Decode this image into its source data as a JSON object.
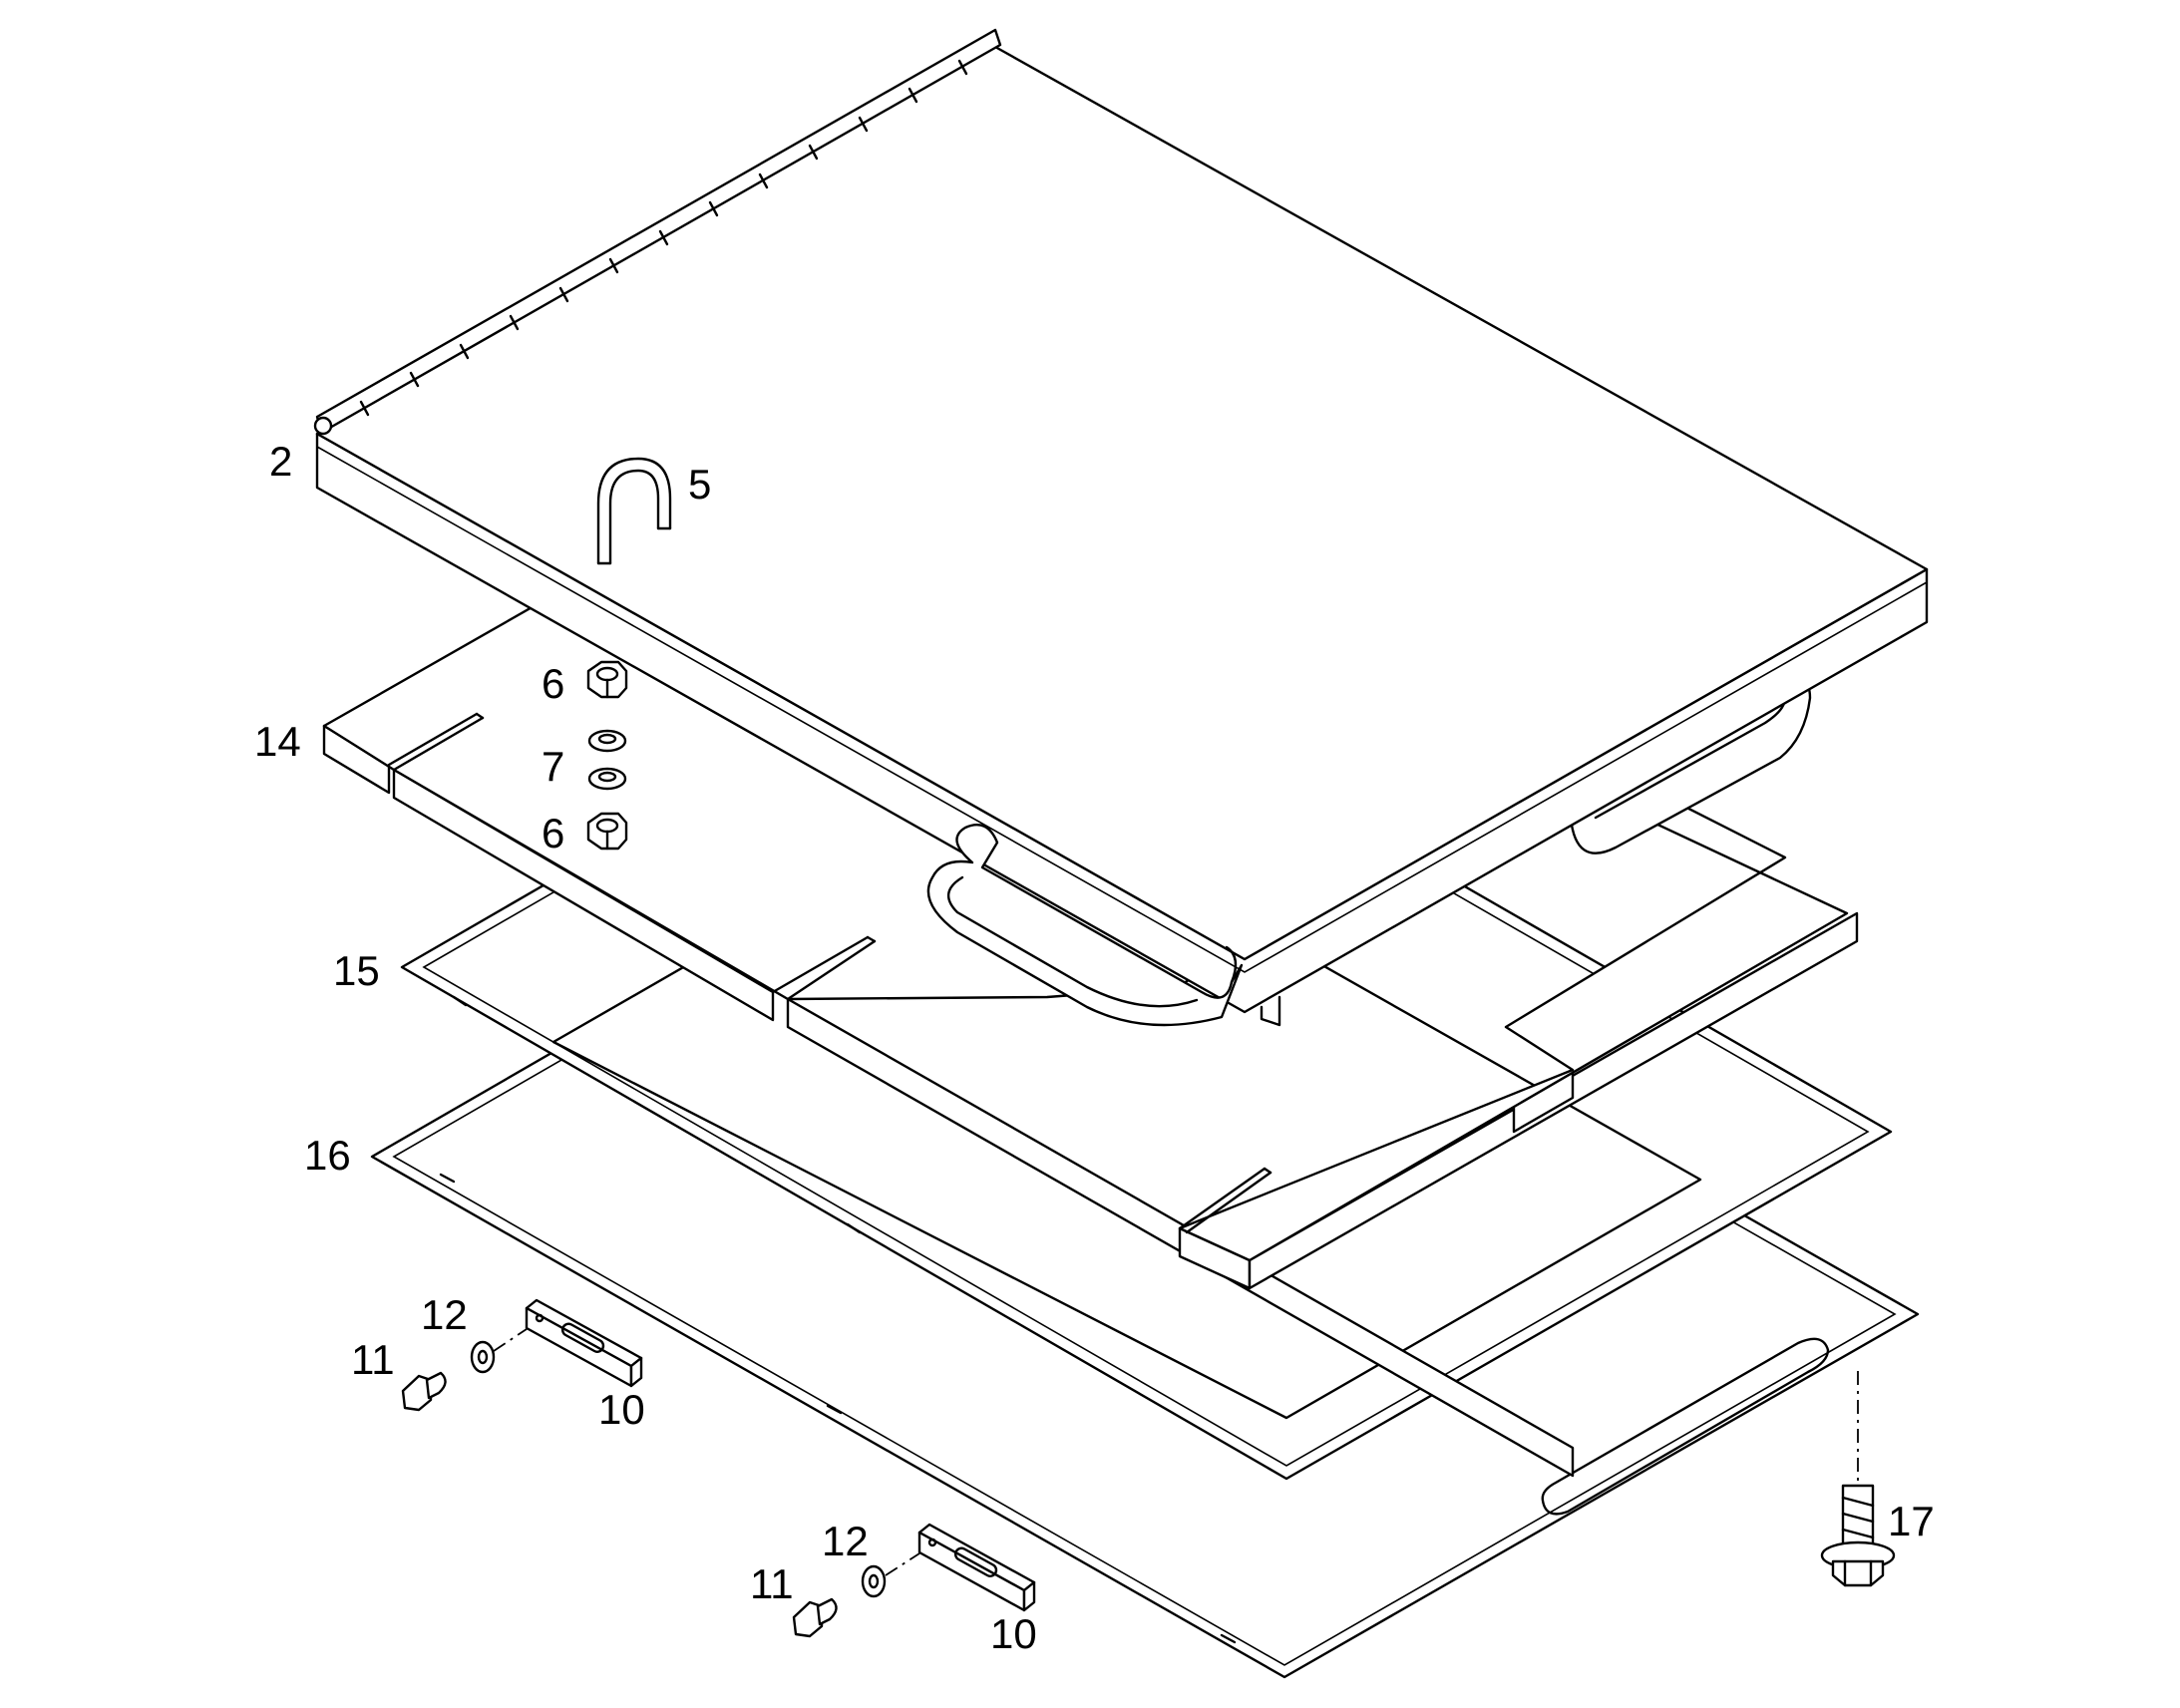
{
  "callouts": {
    "c2": "2",
    "c5": "5",
    "c6a": "6",
    "c7": "7",
    "c6b": "6",
    "c14": "14",
    "c15": "15",
    "c16": "16",
    "c12a": "12",
    "c11a": "11",
    "c10a": "10",
    "c12b": "12",
    "c11b": "11",
    "c10b": "10",
    "c17": "17"
  }
}
